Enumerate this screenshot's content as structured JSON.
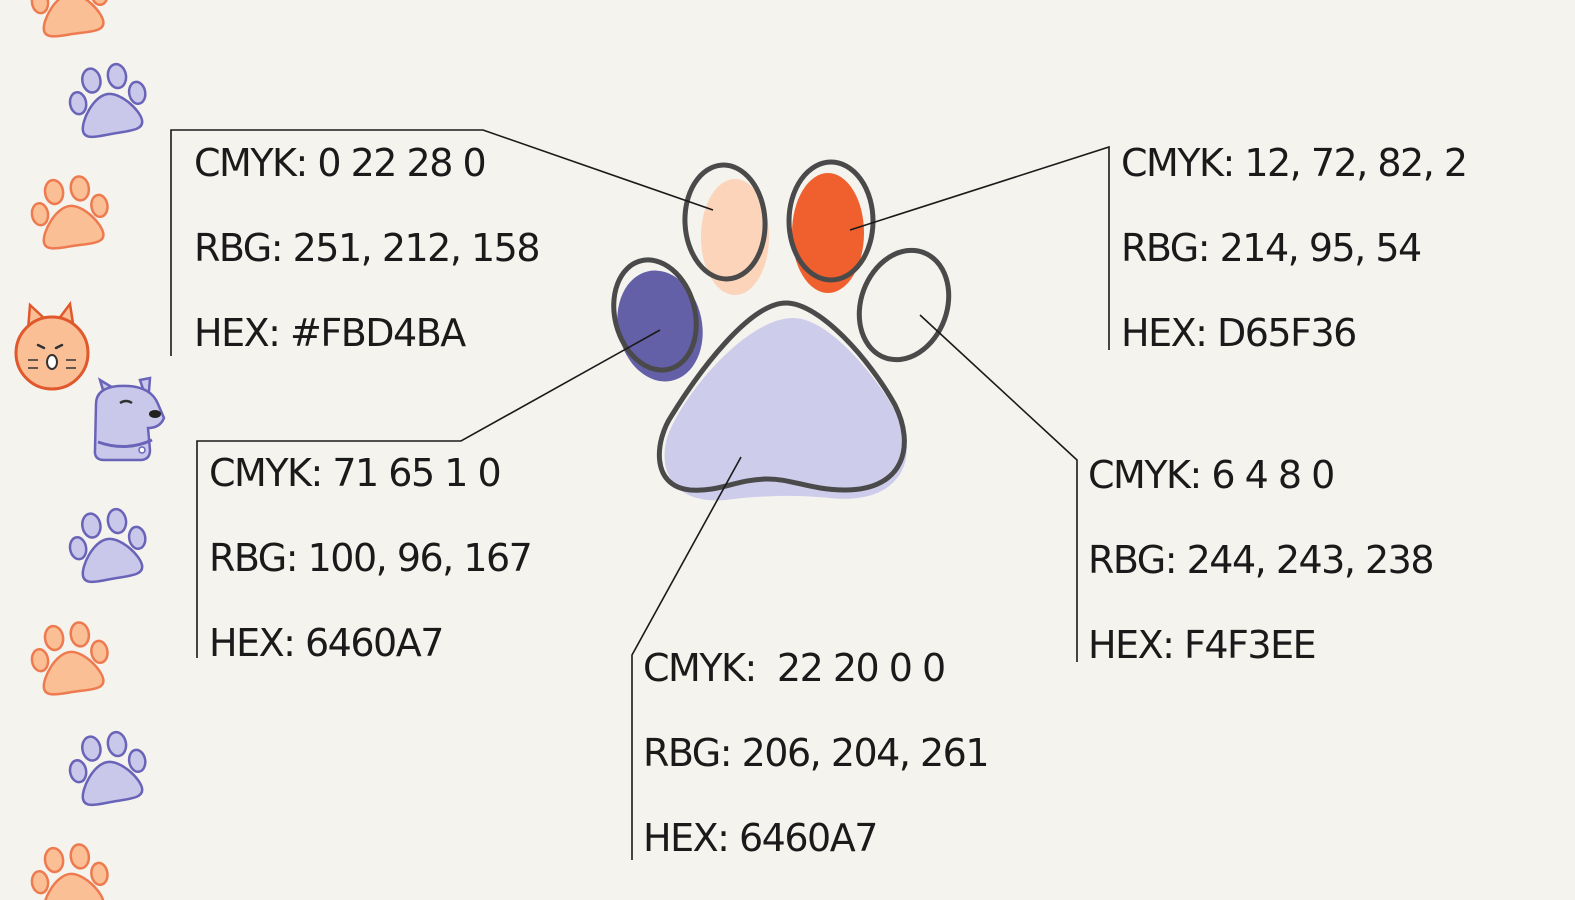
{
  "swatches": {
    "peach": {
      "cmyk": "CMYK: 0 22 28 0",
      "rgb": "RBG: 251, 212, 158",
      "hex": "HEX: #FBD4BA"
    },
    "orange": {
      "cmyk": "CMYK: 12, 72, 82, 2",
      "rgb": "RBG: 214, 95, 54",
      "hex": "HEX: D65F36"
    },
    "purple": {
      "cmyk": "CMYK: 71 65 1 0",
      "rgb": "RBG: 100, 96, 167",
      "hex": "HEX: 6460A7"
    },
    "cream": {
      "cmyk": "CMYK: 6 4 8 0",
      "rgb": "RBG: 244, 243, 238",
      "hex": "HEX: F4F3EE"
    },
    "lavender": {
      "cmyk": "CMYK:  22 20 0 0",
      "rgb": "RBG: 206, 204, 261",
      "hex": "HEX: 6460A7"
    }
  },
  "colors": {
    "background": "#f4f3ee",
    "peach": "#fbd4ba",
    "orange": "#f0602e",
    "purple": "#6460a7",
    "lavender": "#cecceb",
    "outline": "#4a4a4a",
    "pawOrange": "#fbbf96",
    "pawOrangeStroke": "#ee7a4f",
    "pawPurple": "#c9c7ea",
    "pawPurpleStroke": "#6a64b8"
  },
  "icons": [
    "paw-print-icon",
    "cat-face-icon",
    "dog-head-icon"
  ]
}
